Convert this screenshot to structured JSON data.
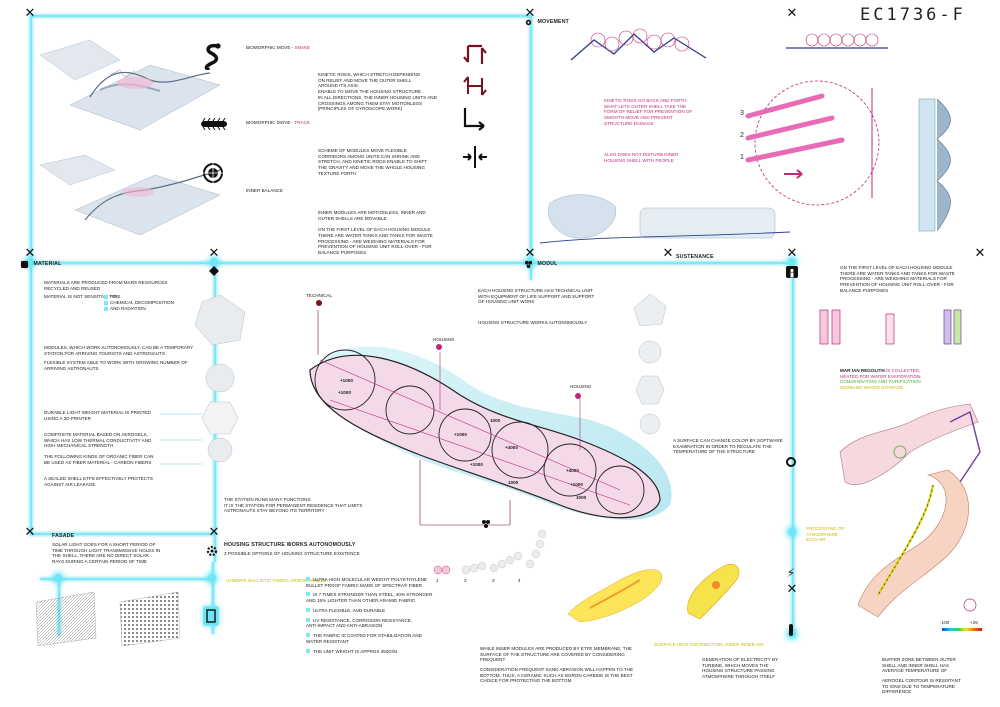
{
  "title": "EC1736-F",
  "sections": {
    "movement": "MOVEMENT",
    "material": "MATERIAL",
    "modul": "MODUL",
    "sustenance": "SUSTENANCE",
    "facade": "FASADE",
    "housing_structure": "HOUSING STRUCTURE WORKS AUTONOMOUSLY",
    "housing_structure_sub": "3 POSSIBLE OPTIONS OF HOUSING STRUCTURE EXISTENCE"
  },
  "movement": {
    "snake_label": "BIOMORPHIC MOVE - ",
    "snake_word": "SNAKE",
    "track_label": "BIOMORPHIC MOVE - ",
    "track_word": "TRACK",
    "balance_label": "INNER BALANCE",
    "kinetic_text": "KINETIC RODS, WHICH STRETCH DEPENDING\nON RELIEF AND MOVE THE OUTER SHELL\nAROUND ITS AXIS\nENABLE TO MOVE THE HOUSING STRUCTURE\nIN ALL DIRECTIONS. THE INNER HOUSING UNITS AND\nCROSSINGS AMONG THEM STAY MOTIONLESS\n[PRINCIPLES OF GYROSCOPE WORK]",
    "scheme_text": "SCHEME OF MODULES MOVE FLEXIBLE\nCORRIDORS AMONG UNITS CAN SHRINK AND\nSTRETCH, AND KINETIC RODS ENABLE TO SHIFT\nTHE GRAVITY AND MOVE THE WHOLE HOUSING\nTEXTURE FORTH",
    "inner_text": "INNER MODULES ARE MOTIONLESS, INNER AND\nOUTER SHELLS ARE MOVABLE\n\nON THE FIRST LEVEL OF EACH HOUSING MODULE\nTHERE ARE WATER TANKS AND TANKS FOR WASTE\nPROCESSING - ARE WEIGHING MATERIALS FOR\nPREVENTION OF HOUSING UNIT ROLL-OVER - FOR\nBALANCE PURPOSES",
    "rods_text": "KINETIC RODS GO BACK AND FORTH\nWHAT LETS OUTER SHELL TAKE THE\nFORM OF RELIEF FOR PREVENTION OF\nSMOOTH MOVE AND PREVENT\nSTRUCTURE DAMAGE",
    "rods_text2": "ALSO DOES NOT DISTURB INNER\nHOUSING SHELL WITH PEOPLE",
    "rod_numbers": [
      "3",
      "2",
      "1"
    ]
  },
  "material": {
    "p1": "MATERIALS ARE PRODUCED FROM MARS RESOURCES\nRECYCLED AND REUSED",
    "p2_lead": "MATERIAL IS NOT SENSITIVE TO:",
    "p2_items": [
      "FIRE",
      "CHEMICAL DECOMPOSITION",
      "AND RADIATION"
    ],
    "p3": "MODULES, WHICH WORK AUTONOMOUSLY, CAN BE A TEMPORARY\nSTATION FOR ARRIVING TOURISTS AND ASTRONAUTS",
    "p4": "FLEXIBLE SYSTEM ABLE TO WORK WITH GROWING NUMBER OF\nARRIVING ASTRONAUTS",
    "p5": "DURABLE LIGHT WEIGHT MATERIAL IS PRINTED\nUSING A 3D PRINTER",
    "p6": "COMPOSITE MATERIAL BASED ON AEROGELS,\nWHICH HAS LOW THERMAL CONDUCTIVITY AND\nHIGH MECHANICAL STRENGTH",
    "p7": "THE FOLLOWING KINDS OF ORGANIC FIBER CAN\nBE USED AS FIBER MATERIAL - CARBON FIBERS",
    "p8": "A SEALED SHELL ETFE EFFECTIVELY PROTECTS\nAGAINST AIR LEAKAGE"
  },
  "modul": {
    "p1": "EACH HOUSING STRUCTURE HAS TECHNICAL UNIT\nWITH EQUIPMENT OF LIFE SUPPORT AND SUPPORT\nOF HOUSING UNIT WORK",
    "p2": "HOUSING STRUCTURE WORKS AUTONOMOUSLY",
    "technical": "TECHNICAL",
    "housing1": "HOUSING",
    "housing2": "HOUSING",
    "station_text": "THE STATION RUNS MANY FUNCTIONS\nIT IS THE STATION FOR PERMANENT RESIDENCE THAT LIMITS\nASTRONAUTS STAY BEYOND ITS TERRITORY",
    "surface_text": "A SURFACE CAN CHANGE COLOR BY SOFTWARE\nEXAMINATION IN ORDER TO REGULATE THE\nTEMPERATURE OF THE STRUCTURE",
    "levels": [
      "+1000",
      "+1000",
      "+1000",
      "+4000",
      "+1000",
      "1000",
      "+4000",
      "+1000",
      "1000",
      "1000"
    ]
  },
  "sustenance": {
    "p1": "ON THE FIRST LEVEL OF EACH HOUSING MODULE\nTHERE ARE WATER TANKS AND TANKS FOR WASTE\nPROCESSING - ARE WEIGHING MATERIALS FOR\nPREVENTION OF HOUSING UNIT ROLL-OVER - FOR\nBALANCE PURPOSES",
    "regolith_1": "MAR IAN REGOLITH ",
    "regolith_2": "IS COLLECTED,",
    "regolith_3": "HEATED FOR WATER EVAPORATION,",
    "regolith_4": "CONDENSATION AND PURIFICATION",
    "regolith_5": "DRINKING WATER STORAGE",
    "processing": "PROCESSING OF\nATMOSPHERE\nINTO AIR",
    "electricity": "GENERATION OF ELECTRICITY BY\nTURBINE, WHICH MOVES THE\nHOUSING STRUCTURE PASSING\nATMOSPHERE THROUGH ITSELF",
    "buffer": "BUFFER ZONE BETWEEN OUTER\nSHELL AND INNER SHELL HAS\nAVERAGE TEMPERATURE OF",
    "aerogel": "AEROGEL CONTOUR IS RESISTANT\nTO IONS DUE TO TEMPERATURE\nDIFFERENCE",
    "scale_min": "-100",
    "scale_max": "+25"
  },
  "facade": {
    "p1": "SOLAR LIGHT GOES FOR A SHORT PERIOD OF\nTIME THROUGH LIGHT TRANSMISSIVE HOLES IN\nTHE SHELL. THERE ARE NO DIRECT SOLAR\nRAYS DURING A CERTAIN PERIOD OF TIME",
    "armor_link": "UHMWPE BALLISTIC FABRIC ARMOR PANELS",
    "features": [
      "ULTRA HIGH MOLECULAR WEIGHT POLYETHYLENE\nBULLET PROOF FABRIC MADE OF SPECTRA® FIBER",
      "IS 7 TIMES STRONGER THAN STEEL, 40% STRONGER\nAND 15% LIGHTER THAN OTHER ARAMID FABRIC",
      "ULTRA FLEXIBLE, AND DURABLE",
      "UV RESISTANCE, CORROSION RESISTANCE,\nANTI-IMPACT AND ANTI-ABRASION",
      "THE FABRIC IS COATED FOR STABILIZATION AND\nWATER RESISTANT",
      "THE UNIT WEIGHT IS APPROX 350G/M"
    ],
    "options": [
      "1",
      "2",
      "3",
      "4"
    ],
    "bottom_1": "WHILE INNER MODULES ARE PRODUCED BY ETFE MEMBRANE, THE\nSURFACE OF THE STRUCTURE ARE COVERED BY CONSIDERING\nFREQUENT",
    "bottom_2": "CONSIDERATION FREQUENT SAND ABRASION WILL HAPPEN TO THE\nBOTTOM. THUS, A CERAMIC SUCH AS BORON CARBIDE IS THE BEST\nCHOICE FOR PROTECTING THE BOTTOM",
    "thermal_caption": "SURFACE HEAT DISTRIBUTION, INNER INNER AIR"
  },
  "colors": {
    "accent_cyan": "#7de9f7",
    "accent_magenta": "#c0297a",
    "accent_green": "#4caa3c",
    "accent_yellow": "#e4d400"
  }
}
